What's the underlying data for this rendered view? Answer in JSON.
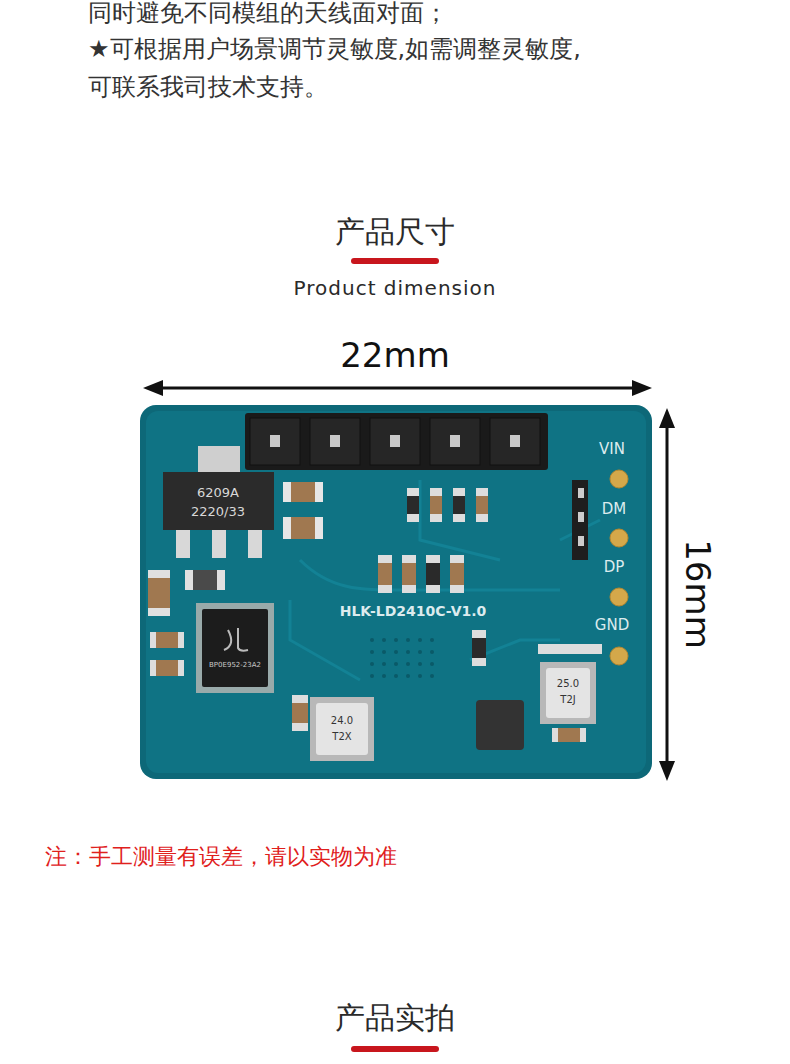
{
  "diagram": {
    "title": "产品尺寸",
    "labels": [
      "同时避免不同模组的天线面对面；",
      "★可根据用户场景调节灵敏度,如需调整灵敏度,",
      "可联系我司技术支持。",
      "Product dimension",
      "22mm",
      "16mm",
      "VIN",
      "DM",
      "DP",
      "GND",
      "HLK-LD2410C-V1.0",
      "6209A",
      "2220/33",
      "BP0E952-23A2",
      "25.0",
      "T2J",
      "24.0",
      "T2X",
      "注：手工测量有误差，请以实物为准",
      "产品实拍"
    ]
  }
}
